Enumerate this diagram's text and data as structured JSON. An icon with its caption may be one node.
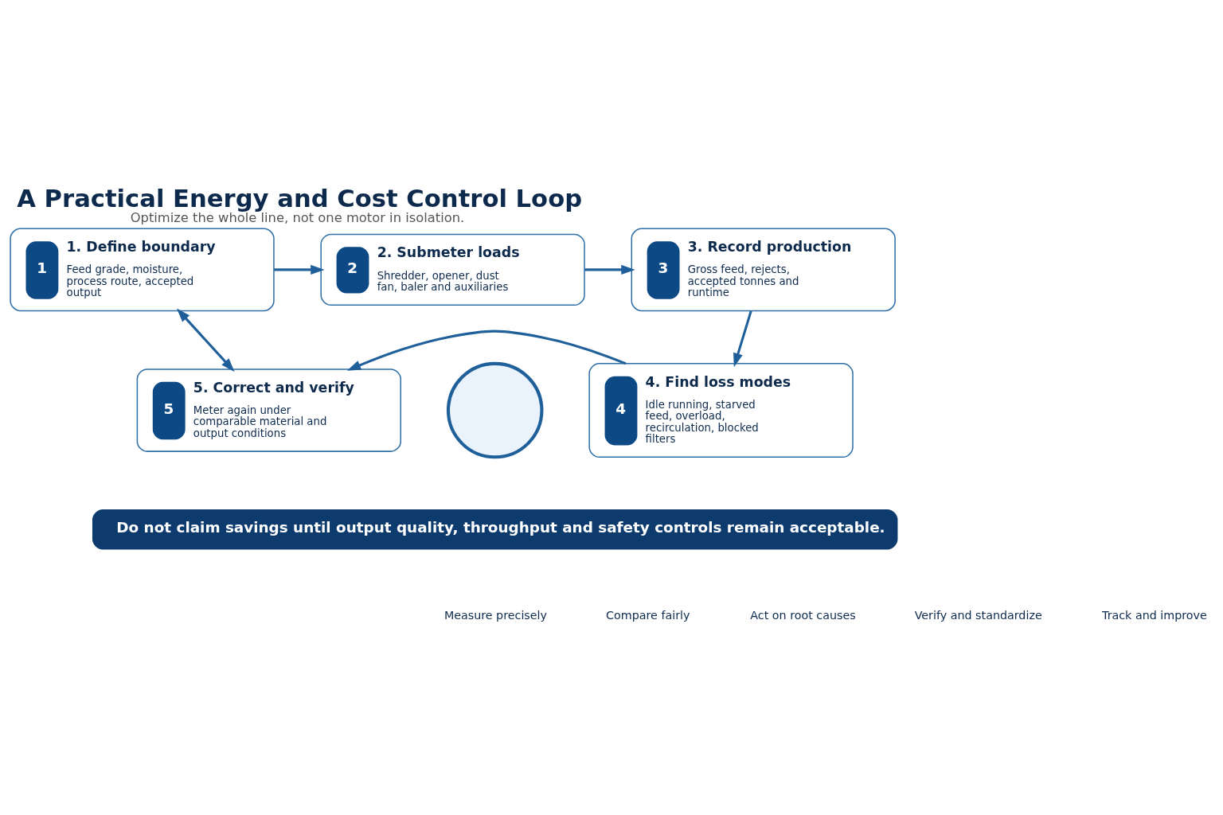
{
  "diagram": {
    "title": "A Practical Energy and Cost Control Loop",
    "caption": "Optimize the whole line, not one motor in isolation.",
    "nodes": [
      {
        "text": [
          "1",
          "1. Define boundary",
          "Feed grade, moisture, process route, accepted output"
        ]
      },
      {
        "text": [
          "2",
          "2. Submeter loads",
          "Shredder, opener, dust fan, baler and auxiliaries"
        ]
      },
      {
        "text": [
          "3",
          "3. Record production",
          "Gross feed, rejects, accepted tonnes and runtime"
        ]
      },
      {
        "text": [],
        "shape": "circle"
      },
      {
        "text": [
          "5",
          "5. Correct and verify",
          "Meter again under comparable material and output conditions"
        ]
      },
      {
        "text": [
          "4",
          "4. Find loss modes",
          "Idle running, starved feed, overload, recirculation, blocked filters"
        ]
      },
      {
        "text": [
          "Do not claim savings until output quality, throughput and safety controls remain acceptable."
        ]
      }
    ],
    "edges": [
      {
        "from": 0,
        "to": 1,
        "arrow": "to"
      },
      {
        "from": 1,
        "to": 2,
        "arrow": "to"
      },
      {
        "from": 2,
        "to": 5,
        "arrow": "to"
      },
      {
        "from": 5,
        "to": 4,
        "arrow": "to"
      },
      {
        "from": 0,
        "to": 4,
        "arrow": "both"
      }
    ],
    "labels": [
      "Measure precisely",
      "Compare fairly",
      "Act on root causes",
      "Verify and standardize",
      "Track and improve"
    ]
  }
}
